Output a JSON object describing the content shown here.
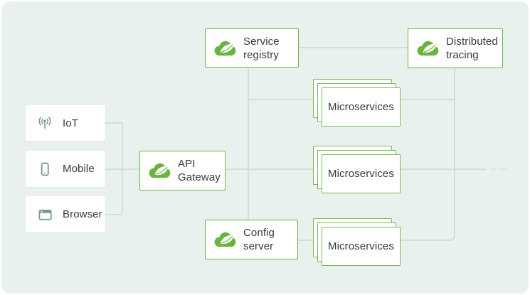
{
  "diagram": {
    "kind": "microservices-architecture",
    "colors": {
      "panel_bg": "#e9f1ef",
      "service_border_green": "#6db33f",
      "stack_border_green": "#7cba52",
      "connector_line": "#ccd8d5",
      "connector_dash": "#d6e0dd",
      "icon_teal": "#7b9795",
      "label_text": "#333a3e",
      "spring_logo_green": "#68b43e"
    },
    "clients": [
      {
        "label": "IoT",
        "icon": "iot-antenna-icon"
      },
      {
        "label": "Mobile",
        "icon": "mobile-phone-icon"
      },
      {
        "label": "Browser",
        "icon": "browser-window-icon"
      }
    ],
    "gateway": {
      "label": "API Gateway",
      "icon": "spring-cloud-logo"
    },
    "registry": {
      "label": "Service registry",
      "icon": "spring-cloud-logo"
    },
    "tracing": {
      "label": "Distributed tracing",
      "icon": "spring-cloud-logo"
    },
    "config": {
      "label": "Config server",
      "icon": "spring-cloud-logo"
    },
    "microservices": {
      "label": "Microservices",
      "stacks": 3,
      "layers_per_stack": 3
    }
  }
}
